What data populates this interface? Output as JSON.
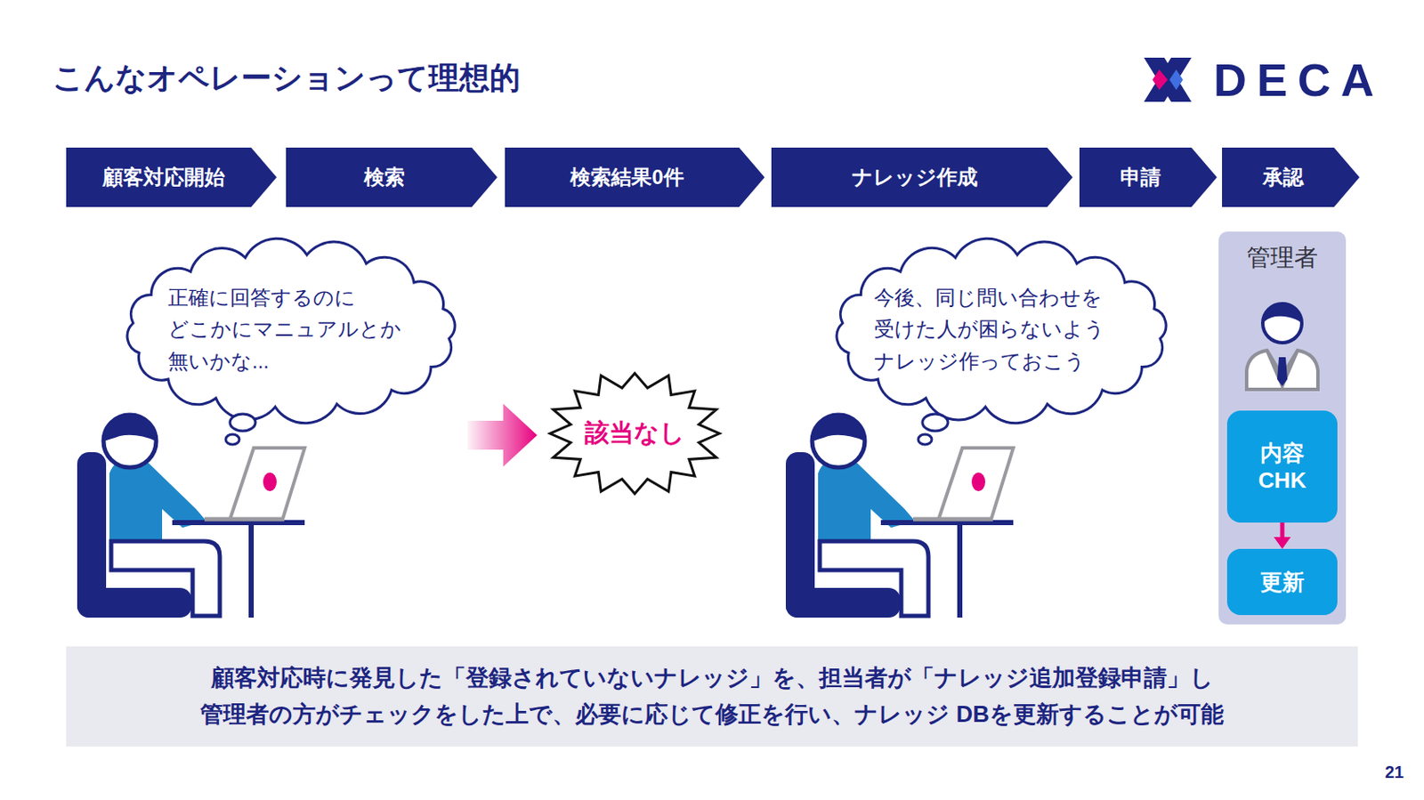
{
  "diagram": {
    "title": "こんなオペレーションって理想的",
    "nodes": [
      {
        "text": [
          "顧客対応開始"
        ]
      },
      {
        "text": [
          "検索"
        ]
      },
      {
        "text": [
          "検索結果0件"
        ]
      },
      {
        "text": [
          "ナレッジ作成"
        ]
      },
      {
        "text": [
          "申請"
        ]
      },
      {
        "text": [
          "承認"
        ]
      },
      {
        "text": [
          "正確に回答するのに どこかにマニュアルとか 無いかな..."
        ]
      },
      {
        "text": [
          "該当なし"
        ]
      },
      {
        "text": [
          "今後、同じ問い合わせを 受けた人が困らないよう ナレッジ作っておこう"
        ]
      },
      {
        "text": [
          "管理者"
        ]
      },
      {
        "text": [
          "内容 CHK"
        ],
        "in": 9
      },
      {
        "text": [
          "更新"
        ],
        "in": 9
      },
      {
        "text": [
          "顧客対応時に発見した「登録されていないナレッジ」を、担当者が「ナレッジ追加登録申請」し 管理者の方がチェックをした上で、必要に応じて修正を行い、ナレッジ DBを更新することが可能"
        ]
      }
    ],
    "edges": [
      {
        "from": 10,
        "to": 11,
        "arrow": "to"
      }
    ],
    "labels": [
      "DECA",
      "21"
    ]
  }
}
